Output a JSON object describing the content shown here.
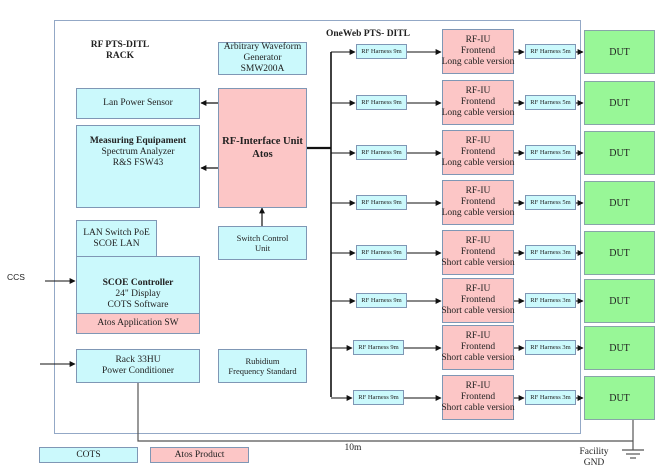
{
  "rack": {
    "title_line1": "RF PTS-DITL",
    "title_line2": "RACK"
  },
  "oneweb_title": "OneWeb PTS- DITL",
  "awg": {
    "line1": "Arbitrary Waveform",
    "line2": "Generator",
    "line3": "SMW200A"
  },
  "lan_power_sensor": "Lan Power Sensor",
  "measuring": {
    "title": "Measuring Equipament",
    "line2": "Spectrum Analyzer",
    "line3": "R&S FSW43"
  },
  "rf_interface": {
    "line1": "RF-Interface Unit",
    "line2": "Atos"
  },
  "lan_switch": {
    "line1": "LAN Switch PoE",
    "line2": "SCOE LAN"
  },
  "switch_control": {
    "line1": "Switch Control",
    "line2": "Unit"
  },
  "scoe": {
    "title": "SCOE Controller",
    "line2": "24\" Display",
    "line3": "COTS Software",
    "app": "Atos Application SW"
  },
  "rack_power": {
    "line1": "Rack 33HU",
    "line2": "Power Conditioner"
  },
  "rubidium": {
    "line1": "Rubidium",
    "line2": "Frequency Standard"
  },
  "ccs_label": "CCS",
  "cable_length_label": "10m",
  "facility_gnd": {
    "line1": "Facility",
    "line2": "GND"
  },
  "legend": {
    "cots": "COTS",
    "atos": "Atos Product"
  },
  "colors": {
    "cots": "#cbf9fc",
    "atos": "#fcc6c6",
    "dut": "#98f797"
  },
  "rows": [
    {
      "harness_in": "RF Harness 9m",
      "rfiu_line1": "RF-IU",
      "rfiu_line2": "Frontend",
      "rfiu_line3": "Long cable version",
      "harness_out": "RF Harness 5m",
      "dut": "DUT"
    },
    {
      "harness_in": "RF Harness 9m",
      "rfiu_line1": "RF-IU",
      "rfiu_line2": "Frontend",
      "rfiu_line3": "Long cable version",
      "harness_out": "RF Harness 5m",
      "dut": "DUT"
    },
    {
      "harness_in": "RF Harness 9m",
      "rfiu_line1": "RF-IU",
      "rfiu_line2": "Frontend",
      "rfiu_line3": "Long cable version",
      "harness_out": "RF Harness 5m",
      "dut": "DUT"
    },
    {
      "harness_in": "RF Harness 9m",
      "rfiu_line1": "RF-IU",
      "rfiu_line2": "Frontend",
      "rfiu_line3": "Long cable version",
      "harness_out": "RF Harness 5m",
      "dut": "DUT"
    },
    {
      "harness_in": "RF Harness 9m",
      "rfiu_line1": "RF-IU",
      "rfiu_line2": "Frontend",
      "rfiu_line3": "Short cable version",
      "harness_out": "RF Harness 3m",
      "dut": "DUT"
    },
    {
      "harness_in": "RF Harness 9m",
      "rfiu_line1": "RF-IU",
      "rfiu_line2": "Frontend",
      "rfiu_line3": "Short cable version",
      "harness_out": "RF Harness 3m",
      "dut": "DUT"
    },
    {
      "harness_in": "RF Harness 9m",
      "rfiu_line1": "RF-IU",
      "rfiu_line2": "Frontend",
      "rfiu_line3": "Short cable version",
      "harness_out": "RF Harness 3m",
      "dut": "DUT"
    },
    {
      "harness_in": "RF Harness 9m",
      "rfiu_line1": "RF-IU",
      "rfiu_line2": "Frontend",
      "rfiu_line3": "Short cable version",
      "harness_out": "RF Harness 3m",
      "dut": "DUT"
    }
  ]
}
